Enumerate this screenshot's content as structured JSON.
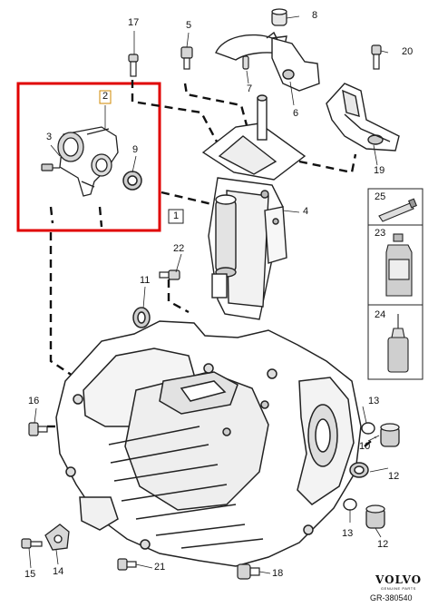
{
  "callouts": {
    "c1": "1",
    "c2": "2",
    "c3": "3",
    "c4": "4",
    "c5": "5",
    "c6": "6",
    "c7": "7",
    "c8": "8",
    "c9": "9",
    "c10": "10",
    "c11": "11",
    "c12a": "12",
    "c12b": "12",
    "c13a": "13",
    "c13b": "13",
    "c14": "14",
    "c15": "15",
    "c16": "16",
    "c17": "17",
    "c18": "18",
    "c19": "19",
    "c20": "20",
    "c21": "21",
    "c22": "22",
    "c23": "23",
    "c24": "24",
    "c25": "25"
  },
  "brand": {
    "name": "VOLVO",
    "tagline": "GENUINE PARTS"
  },
  "reference": "GR-380540",
  "colors": {
    "highlight": "#e00000",
    "line": "#222222",
    "shade": "#bdbdbd"
  }
}
